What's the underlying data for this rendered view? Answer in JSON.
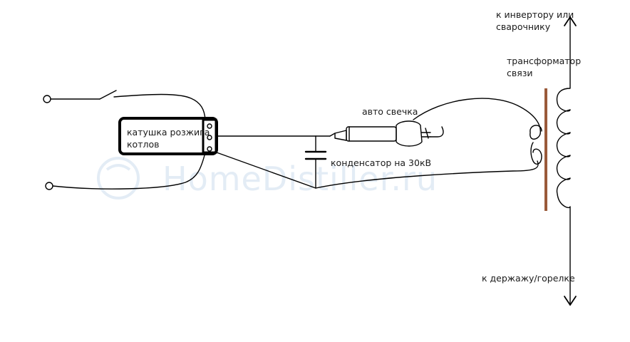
{
  "watermark": {
    "text": "HomeDistiller.ru"
  },
  "labels": {
    "coil": [
      "катушка розжига",
      "котлов"
    ],
    "spark_plug": "авто свечка",
    "capacitor": "конденсатор  на 30кВ",
    "transformer": [
      "трансформатор",
      "связи"
    ],
    "to_inverter": [
      "к инвертору или",
      "сварочнику"
    ],
    "to_holder": "к держажу/горелке"
  },
  "colors": {
    "ink": "#000000",
    "core": "#9a5a3a",
    "watermark": "#e3ecf5"
  }
}
